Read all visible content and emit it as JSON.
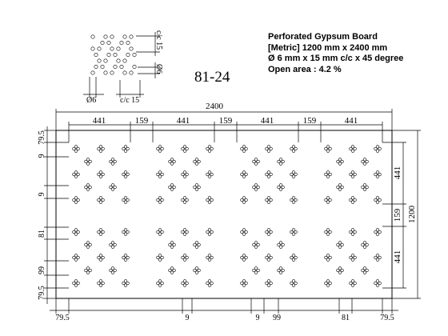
{
  "product": {
    "title": "Perforated Gypsum Board",
    "size": "[Metric] 1200 mm x 2400 mm",
    "spec": "Ø 6 mm x 15 mm c/c x 45 degree",
    "open_area": "Open area : 4.2 %",
    "code": "81-24"
  },
  "detail": {
    "hole_label_left": "Ø6",
    "cc_label_bottom": "c/c 15",
    "cc_label_right": "c/c 15",
    "hole_label_right": "Ø6"
  },
  "board": {
    "overall_width": "2400",
    "overall_height": "1200",
    "top_dims": [
      "441",
      "159",
      "441",
      "159",
      "441",
      "159",
      "441"
    ],
    "right_dims": [
      "441",
      "159",
      "441"
    ],
    "left_dims": [
      "79.5",
      "9",
      "9",
      "81",
      "99",
      "79.5"
    ],
    "bottom_dims": [
      "79.5",
      "9",
      "9",
      "99",
      "81",
      "79.5"
    ]
  },
  "colors": {
    "line": "#000000",
    "background": "#ffffff"
  }
}
